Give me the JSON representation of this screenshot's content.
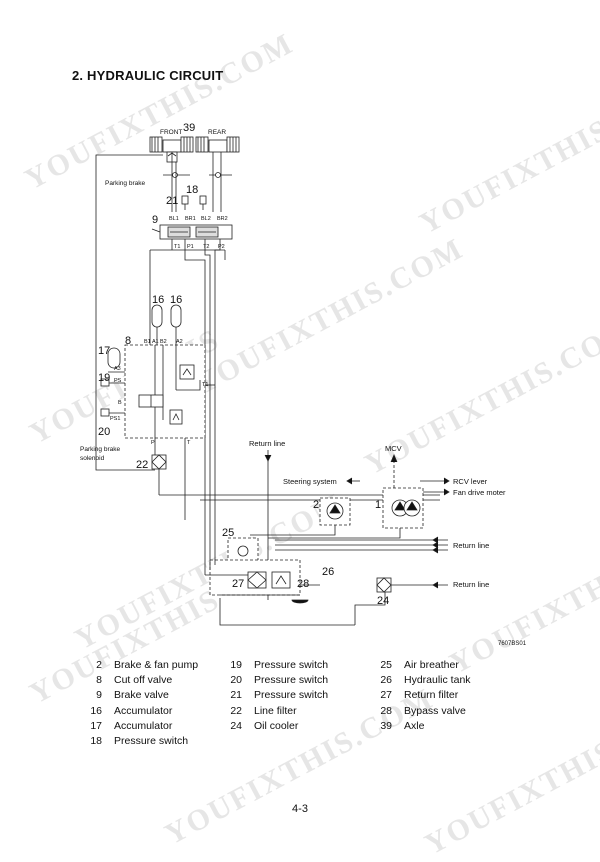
{
  "heading": "2. HYDRAULIC CIRCUIT",
  "diagram": {
    "front": "FRONT",
    "rear": "REAR",
    "parking_brake": "Parking brake",
    "parking_brake_solenoid_1": "Parking brake",
    "parking_brake_solenoid_2": "solenoid",
    "return_line": "Return line",
    "mcv": "MCV",
    "steering_system": "Steering system",
    "rcv_lever": "RCV lever",
    "fan_drive_motor": "Fan drive moter",
    "port_bl1": "BL1",
    "port_br1": "BR1",
    "port_bl2": "BL2",
    "port_br2": "BR2",
    "port_t1": "T1",
    "port_p1": "P1",
    "port_t2": "T2",
    "port_p2": "P2",
    "port_b1": "B1",
    "port_a1": "A1",
    "port_b2": "B2",
    "port_a2": "A2",
    "port_a3": "A3",
    "port_ps": "PS",
    "port_b": "B",
    "port_ps1": "PS1",
    "port_t1b": "T1",
    "port_p": "P",
    "port_t": "T",
    "callouts": {
      "c39": "39",
      "c18": "18",
      "c21": "21",
      "c9": "9",
      "c16a": "16",
      "c16b": "16",
      "c8": "8",
      "c17": "17",
      "c19": "19",
      "c20": "20",
      "c22": "22",
      "c2": "2",
      "c1": "1",
      "c25": "25",
      "c26": "26",
      "c27": "27",
      "c28": "28",
      "c24": "24"
    },
    "figure_code": "7607BS01"
  },
  "legend": {
    "col1": [
      {
        "num": "2",
        "label": "Brake & fan pump"
      },
      {
        "num": "8",
        "label": "Cut off valve"
      },
      {
        "num": "9",
        "label": "Brake valve"
      },
      {
        "num": "16",
        "label": "Accumulator"
      },
      {
        "num": "17",
        "label": "Accumulator"
      },
      {
        "num": "18",
        "label": "Pressure switch"
      }
    ],
    "col2": [
      {
        "num": "19",
        "label": "Pressure switch"
      },
      {
        "num": "20",
        "label": "Pressure switch"
      },
      {
        "num": "21",
        "label": "Pressure switch"
      },
      {
        "num": "22",
        "label": "Line filter"
      },
      {
        "num": "24",
        "label": "Oil cooler"
      }
    ],
    "col3": [
      {
        "num": "25",
        "label": "Air breather"
      },
      {
        "num": "26",
        "label": "Hydraulic tank"
      },
      {
        "num": "27",
        "label": "Return filter"
      },
      {
        "num": "28",
        "label": "Bypass valve"
      },
      {
        "num": "39",
        "label": "Axle"
      }
    ]
  },
  "watermarks": [
    "YOUFIXTHIS.COM",
    "YOUFIXTHIS",
    "YOUFIXTHIS.COM",
    "YOUFIXTHIS",
    "YOUFIXTHIS.COM",
    "YOUFIXTHIS",
    "YOUFIXTHIS.COM",
    "YOUFIXTHIS",
    "YOUFIXTHIS.COM",
    "YOUFIXTHIS.COM"
  ],
  "page_number": "4-3"
}
